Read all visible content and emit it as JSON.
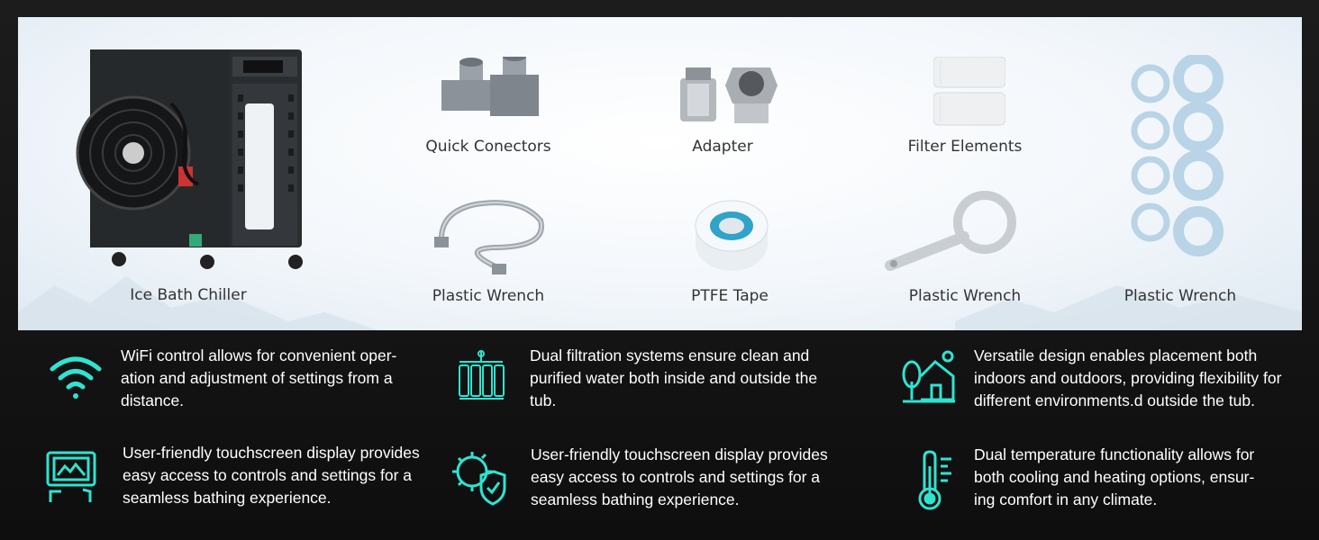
{
  "products": [
    {
      "label": "Ice Bath Chiller",
      "icon": "chiller-machine"
    },
    {
      "label": "Quick Conectors",
      "icon": "quick-connector"
    },
    {
      "label": "Adapter",
      "icon": "adapter-fitting"
    },
    {
      "label": "Filter Elements",
      "icon": "filter-element"
    },
    {
      "label": "Plastic Wrench",
      "icon": "braided-hose"
    },
    {
      "label": "PTFE Tape",
      "icon": "ptfe-tape"
    },
    {
      "label": "Plastic Wrench",
      "icon": "filter-wrench"
    },
    {
      "label": "Plastic Wrench",
      "icon": "sealing-rings"
    }
  ],
  "features": [
    {
      "icon": "wifi-icon",
      "text": "WiFi control allows for convenient oper-\nation and adjustment of settings from a\ndistance."
    },
    {
      "icon": "filtration-icon",
      "text": "Dual filtration systems ensure clean and\npurified water both inside and outside the\ntub."
    },
    {
      "icon": "house-outdoor-icon",
      "text": "Versatile design enables placement both\nindoors and outdoors, providing flexibility for\ndifferent environments.d outside the tub."
    },
    {
      "icon": "touchscreen-icon",
      "text": "User-friendly touchscreen display provides\neasy access to controls and settings for a\nseamless bathing experience."
    },
    {
      "icon": "antibacterial-shield-icon",
      "text": "User-friendly touchscreen display provides\neasy access to controls and settings for a\nseamless bathing experience."
    },
    {
      "icon": "thermometer-icon",
      "text": "Dual temperature functionality allows for\nboth cooling and heating options, ensur-\ning comfort in any climate."
    }
  ],
  "colors": {
    "accent": "#2fe3d0",
    "panel": "#f2f6fa",
    "background": "#161616",
    "text": "#ffffff",
    "label": "#333333"
  }
}
